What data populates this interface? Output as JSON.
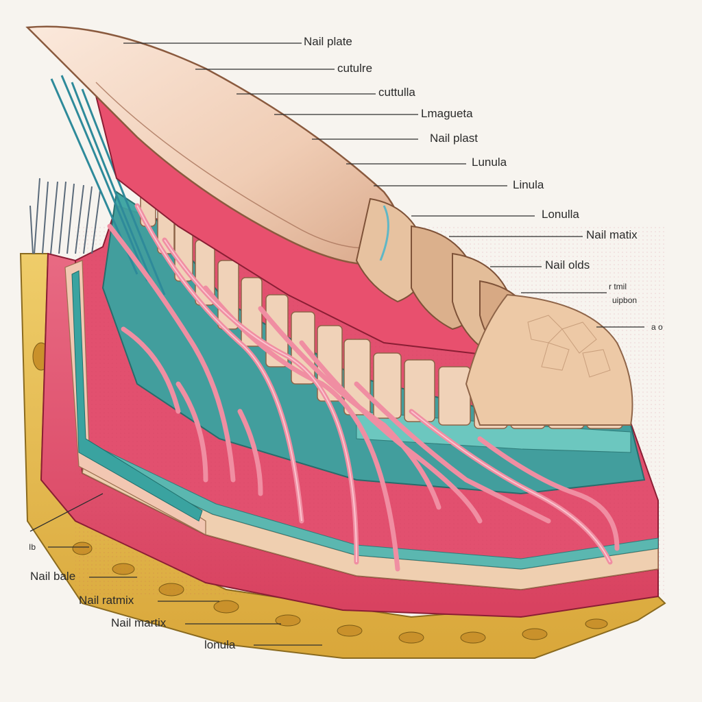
{
  "diagram": {
    "labels_right": [
      "Nail plate",
      "cutulre",
      "cuttulla",
      "Lmagueta",
      "Nail plast",
      "Lunula",
      "Linula",
      "Lonulla",
      "Nail matix",
      "Nail olds"
    ],
    "labels_right_small": [
      "r  tmil",
      "uipbon",
      "a o"
    ],
    "labels_left": [
      "Ib",
      "Nail bale",
      "Nail ratmix",
      "Nail martix",
      "lonula"
    ],
    "colors": {
      "background": "#f7f4ef",
      "nail_plate": "#f0cdb5",
      "dermis_pink": "#e2506f",
      "papillae_teal": "#3aa3a0",
      "vessel_pink": "#f08ea2",
      "fat_yellow": "#e3b84a",
      "bone_tan": "#e8c9a8"
    }
  }
}
